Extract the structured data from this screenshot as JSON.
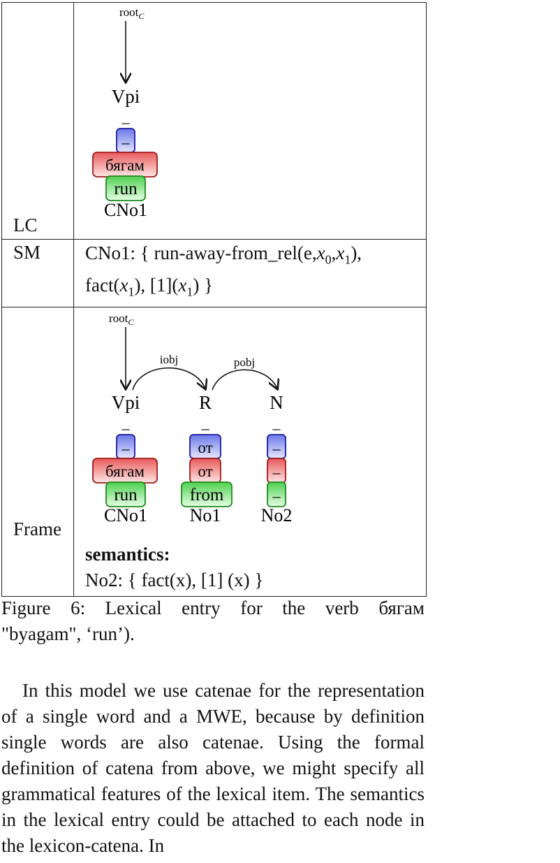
{
  "table": {
    "rows": [
      {
        "label": "LC"
      },
      {
        "label": "SM"
      },
      {
        "label": "Frame"
      }
    ],
    "lc": {
      "root_label": "root",
      "root_sub": "C",
      "node": "Vpi",
      "node_feat": "–",
      "blue": "–",
      "red": "бягам",
      "green": "run",
      "id": "CNo1"
    },
    "sm": {
      "prefix": "CNo1:  {  run-away-from_rel(e,",
      "x0": "x",
      "x0_sub": "0",
      "comma": ",",
      "x1": "x",
      "x1_sub": "1",
      "close1": "),",
      "line2_a": "fact(",
      "line2_x": "x",
      "line2_sub": "1",
      "line2_b": "), [1](",
      "line2_x2": "x",
      "line2_sub2": "1",
      "line2_c": ") }"
    },
    "frame": {
      "root_label": "root",
      "root_sub": "C",
      "arc1": "iobj",
      "arc2": "pobj",
      "nodes": [
        {
          "pos": "Vpi",
          "feat": "–",
          "blue": "–",
          "red": "бягам",
          "green": "run",
          "id": "CNo1"
        },
        {
          "pos": "R",
          "feat": "–",
          "blue": "от",
          "red": "от",
          "green": "from",
          "id": "No1"
        },
        {
          "pos": "N",
          "feat": "–",
          "blue": "–",
          "red": "–",
          "green": "–",
          "id": "No2"
        }
      ],
      "semantics_head": "semantics:",
      "semantics_body": "No2: { fact(x), [1] (x) }"
    }
  },
  "caption": {
    "line1": "Figure 6:  Lexical entry for the verb бягам",
    "line2": "\"byagam\", ‘run’)."
  },
  "body_text": "In this model we use catenae for the representation of a single word and a MWE, because by definition single words are also catenae.  Using the formal definition of catena from above, we might specify all grammatical features of the lexical item. The semantics in the lexical entry could be attached to each node in the lexicon-catena. In",
  "colors": {
    "blue_fill_top": "#6b78e8",
    "blue_fill_bottom": "#e6e8ff",
    "blue_stroke": "#1a1aa0",
    "red_fill_top": "#e85a5a",
    "red_fill_bottom": "#ffe6e6",
    "red_stroke": "#a01a1a",
    "green_fill_top": "#4fd04f",
    "green_fill_bottom": "#e6ffe6",
    "green_stroke": "#1a8a1a"
  }
}
